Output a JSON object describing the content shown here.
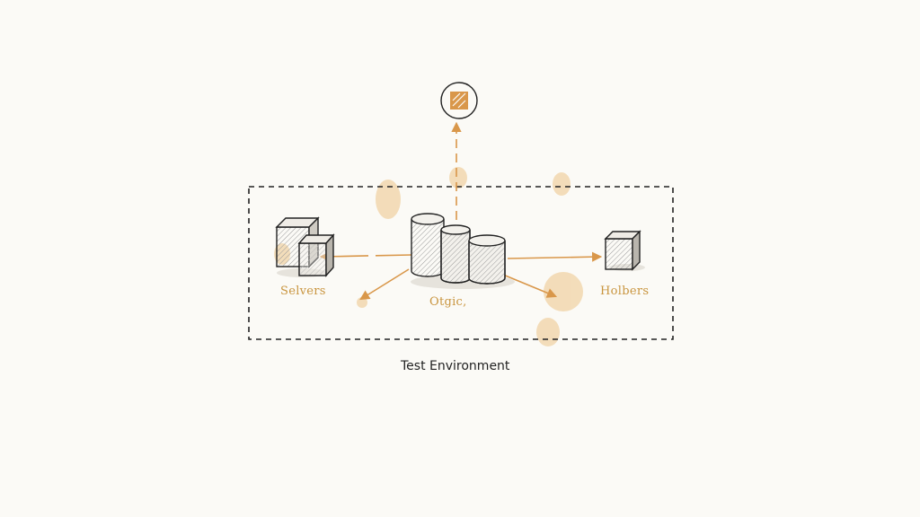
{
  "diagram": {
    "caption": "Test Environment",
    "nodes": {
      "left": {
        "label": "Selvers",
        "icon": "server-cubes-icon"
      },
      "center": {
        "label": "Otgic,",
        "icon": "database-stack-icon"
      },
      "right": {
        "label": "Holbers",
        "icon": "cube-icon"
      },
      "top": {
        "label": "",
        "icon": "external-target-icon"
      }
    },
    "colors": {
      "accent": "#d9974a",
      "ink": "#222222",
      "label": "#c9953f",
      "background": "#fbfaf6"
    }
  }
}
